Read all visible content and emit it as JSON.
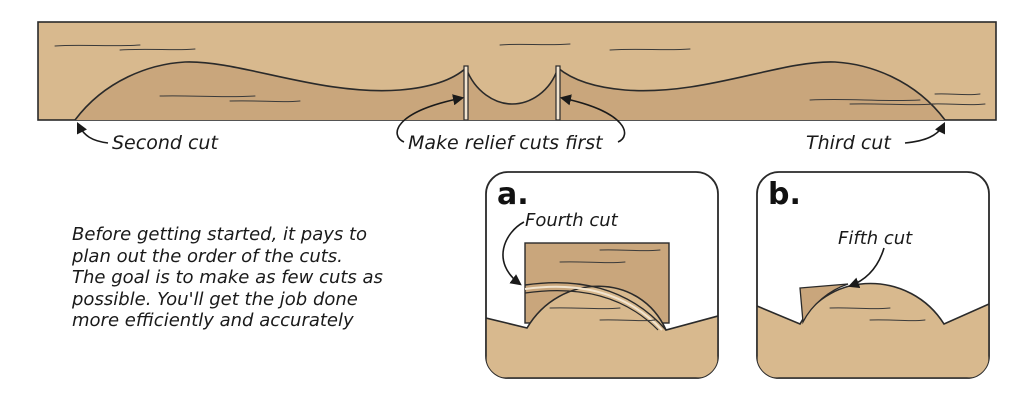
{
  "labels": {
    "second_cut": "Second cut",
    "relief_cuts": "Make relief cuts first",
    "third_cut": "Third cut",
    "fourth_cut": "Fourth cut",
    "fifth_cut": "Fifth cut"
  },
  "panels": {
    "a_tag": "a.",
    "b_tag": "b."
  },
  "caption": {
    "lines": [
      "Before getting started, it pays to",
      "plan out the order of the cuts.",
      "The goal is to make as few cuts as",
      "possible. You'll get the job done",
      "more efficiently and accurately"
    ]
  },
  "colors": {
    "board": "#d8b98e",
    "waste": "#c8a57c",
    "outline": "#2a2a2a",
    "grain": "#3a3a3a"
  }
}
